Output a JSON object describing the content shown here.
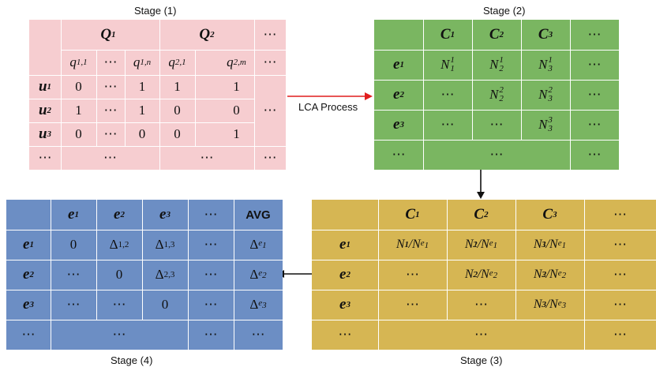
{
  "stage1": {
    "label": "Stage (1)",
    "Q1": "Q",
    "Q1_sub": "1",
    "Q2": "Q",
    "Q2_sub": "2",
    "dots": "⋯",
    "q11": "q",
    "q11_sub": "1,1",
    "q1n": "q",
    "q1n_sub": "1,n",
    "q21": "q",
    "q21_sub": "2,1",
    "q2m": "q",
    "q2m_sub": "2,m",
    "u1": "u",
    "u1_sub": "1",
    "u2": "u",
    "u2_sub": "2",
    "u3": "u",
    "u3_sub": "3",
    "r1": [
      "0",
      "⋯",
      "1",
      "1",
      "1"
    ],
    "r2": [
      "1",
      "⋯",
      "1",
      "0",
      "0"
    ],
    "r3": [
      "0",
      "⋯",
      "0",
      "0",
      "1"
    ]
  },
  "stage2": {
    "label": "Stage (2)",
    "C": "C",
    "e": "e",
    "N": "N",
    "dots": "⋯"
  },
  "stage3": {
    "label": "Stage (3)"
  },
  "stage4": {
    "label": "Stage (4)",
    "avg": "AVG",
    "zero": "0",
    "delta": "Δ"
  },
  "arrow_label": "LCA Process",
  "colors": {
    "pink": "#f6cdd0",
    "green": "#7ab661",
    "gold": "#d6b653",
    "blue": "#6c8ec4",
    "arrow_red": "#e11d1d"
  }
}
